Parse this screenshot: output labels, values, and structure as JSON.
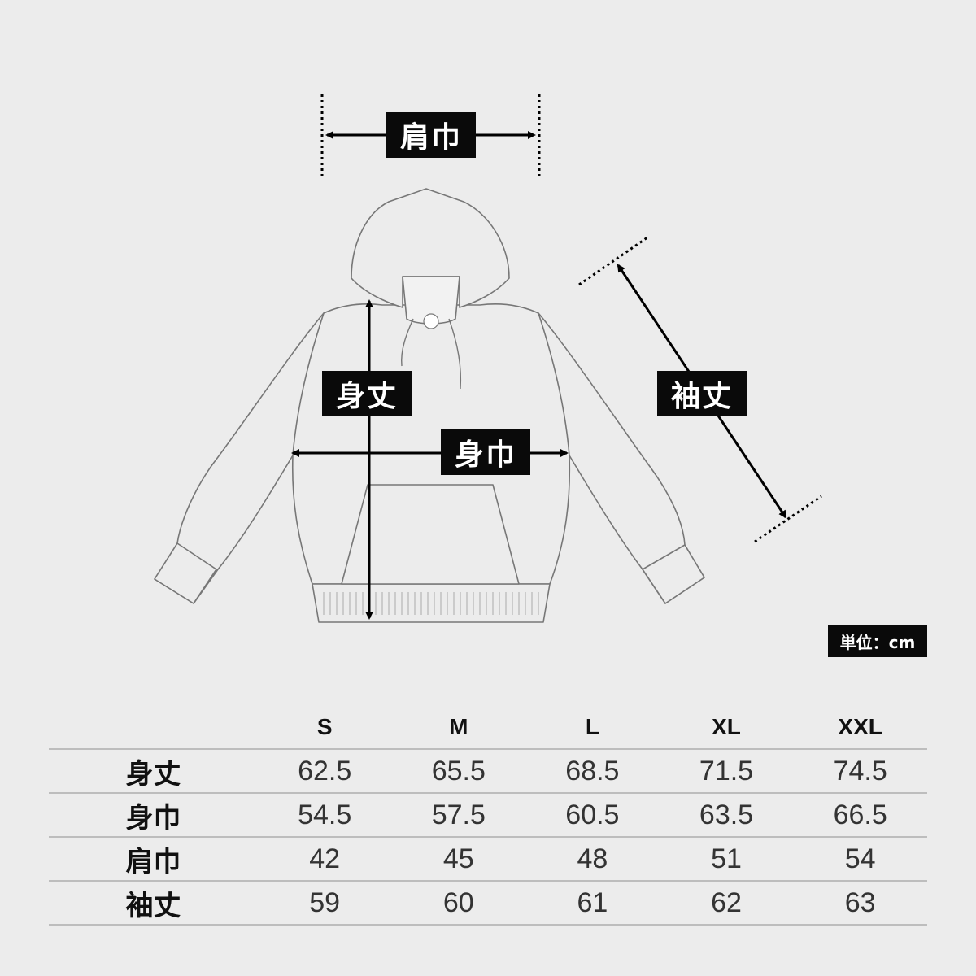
{
  "labels": {
    "shoulder": "肩巾",
    "length": "身丈",
    "width": "身巾",
    "sleeve": "袖丈"
  },
  "unit": "単位：cm",
  "table": {
    "columns": [
      "S",
      "M",
      "L",
      "XL",
      "XXL"
    ],
    "rows": [
      {
        "label": "身丈",
        "values": [
          "62.5",
          "65.5",
          "68.5",
          "71.5",
          "74.5"
        ]
      },
      {
        "label": "身巾",
        "values": [
          "54.5",
          "57.5",
          "60.5",
          "63.5",
          "66.5"
        ]
      },
      {
        "label": "肩巾",
        "values": [
          "42",
          "45",
          "48",
          "51",
          "54"
        ]
      },
      {
        "label": "袖丈",
        "values": [
          "59",
          "60",
          "61",
          "62",
          "63"
        ]
      }
    ]
  }
}
